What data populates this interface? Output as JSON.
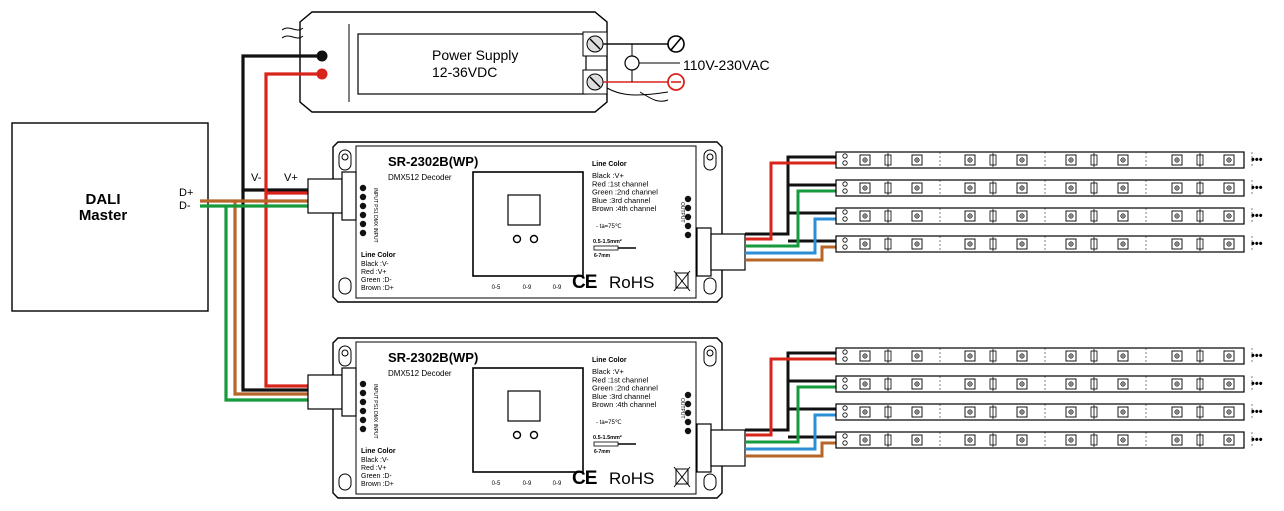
{
  "master": {
    "name_line1": "DALI",
    "name_line2": "Master",
    "terminal_plus": "D+",
    "terminal_minus": "D-"
  },
  "power_supply": {
    "title": "Power Supply",
    "voltage": "12-36VDC",
    "input": "110V-230VAC"
  },
  "bus_labels": {
    "v_minus": "V-",
    "v_plus": "V+"
  },
  "decoder": {
    "model": "SR-2302B(WP)",
    "subtitle": "DMX512  Decoder",
    "left_terminals": "INPUT  PS1  DMX  INPUT",
    "output_label": "OUTPUT",
    "output_color_title": "Line Color",
    "output_colors": [
      "Black   :V+",
      "Red      :1st channel",
      "Green   :2nd channel",
      "Blue     :3rd channel",
      "Brown   :4th channel"
    ],
    "input_color_title": "Line Color",
    "input_colors": [
      "Black   :V-",
      "Red      :V+",
      "Green   :D-",
      "Brown   :D+"
    ],
    "knob_labels": [
      "0-5",
      "0-9",
      "0-9"
    ],
    "temp": "- ta=75℃",
    "wire_spec": "0.5-1.5mm²",
    "strip_length": "6-7mm",
    "cert": "RoHS"
  },
  "colors": {
    "black": "#111111",
    "red": "#d9241b",
    "green": "#159a3c",
    "blue": "#2a8fd6",
    "brown": "#b8652a"
  },
  "strip_ellipsis": "•••"
}
